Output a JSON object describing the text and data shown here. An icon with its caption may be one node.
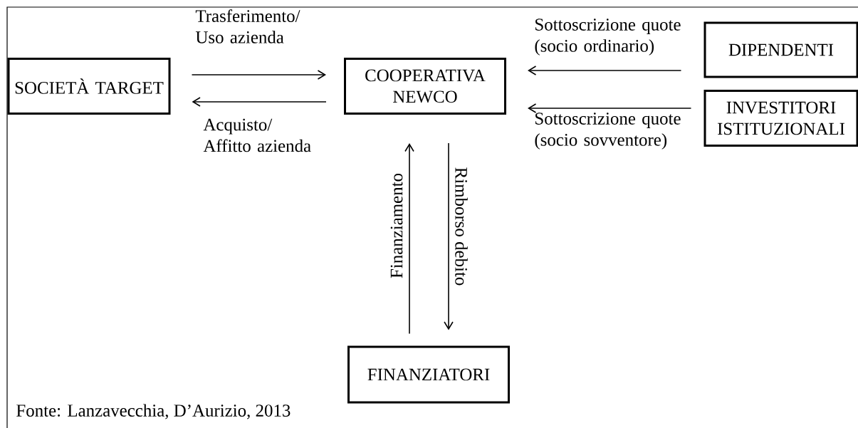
{
  "diagram": {
    "caption": "Fonte: Lanzavecchia, D’Aurizio, 2013",
    "nodes": [
      {
        "text": [
          "SOCIETÀ TARGET"
        ]
      },
      {
        "text": [
          "COOPERATIVA NEWCO"
        ]
      },
      {
        "text": [
          "DIPENDENTI"
        ]
      },
      {
        "text": [
          "INVESTITORI ISTITUZIONALI"
        ]
      },
      {
        "text": [
          "FINANZIATORI"
        ]
      }
    ],
    "edges": [
      {
        "from": 0,
        "to": 1,
        "arrow": "to",
        "label": "Trasferimento/ Uso azienda"
      },
      {
        "from": 1,
        "to": 0,
        "arrow": "to",
        "label": "Acquisto/ Affitto azienda"
      },
      {
        "from": 2,
        "to": 1,
        "arrow": "to",
        "label": "Sottoscrizione quote (socio ordinario)"
      },
      {
        "from": 3,
        "to": 1,
        "arrow": "to",
        "label": "Sottoscrizione quote (socio sovventore)"
      },
      {
        "from": 4,
        "to": 1,
        "arrow": "to",
        "label": "Finanziamento"
      },
      {
        "from": 1,
        "to": 4,
        "arrow": "to",
        "label": "Rimborso debito"
      }
    ]
  }
}
